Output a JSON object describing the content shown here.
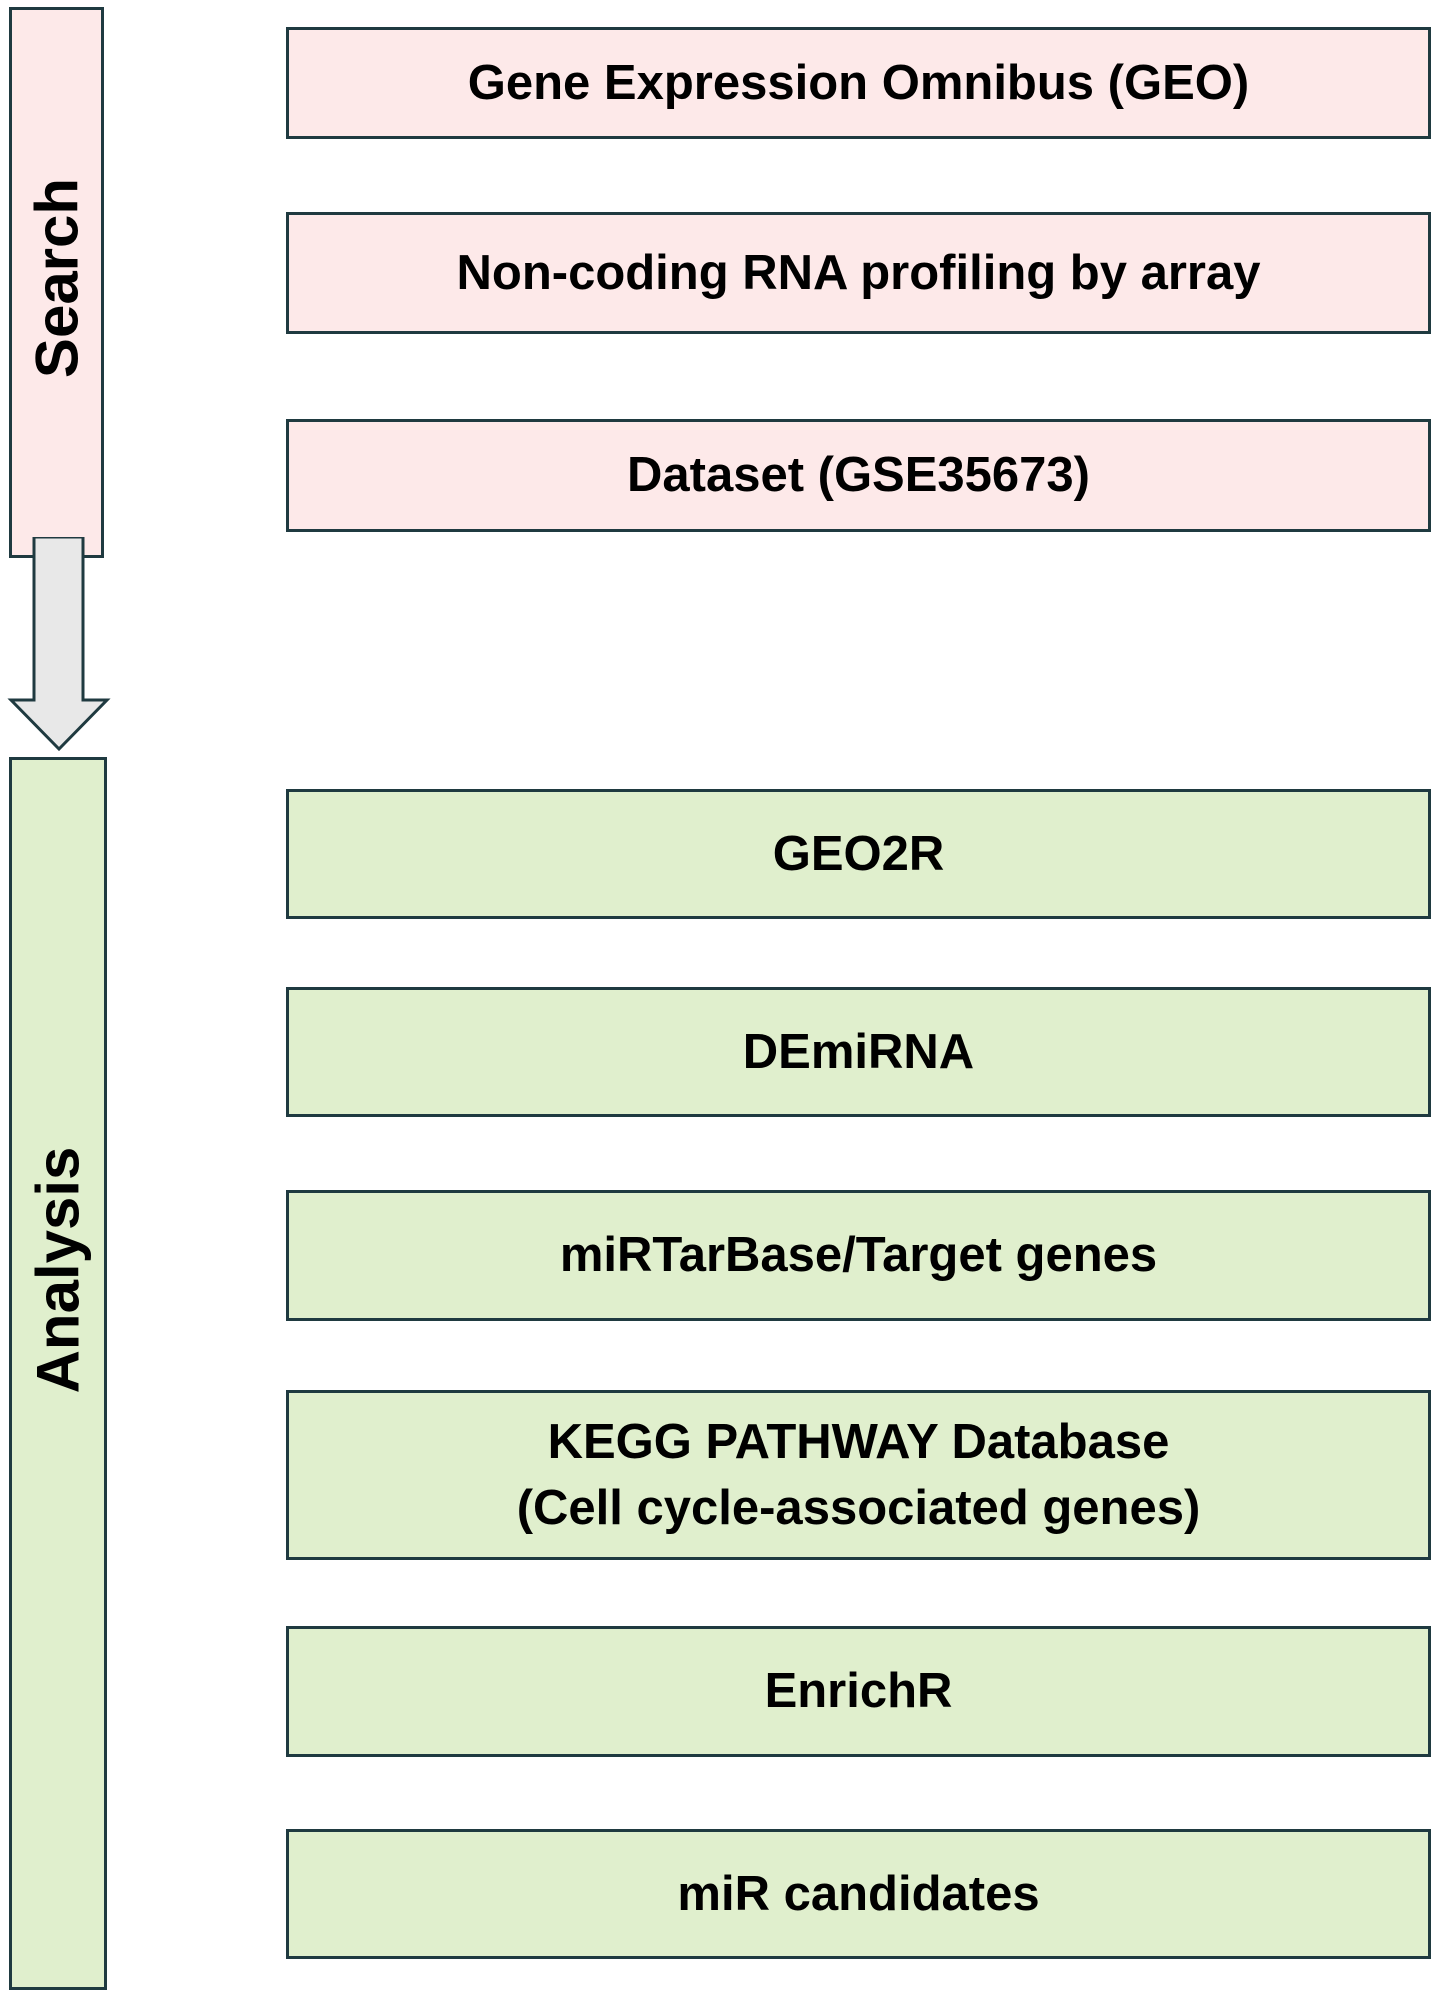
{
  "stages": {
    "search": "Search",
    "analysis": "Analysis"
  },
  "search_steps": [
    "Gene Expression Omnibus (GEO)",
    "Non-coding RNA profiling by array",
    "Dataset (GSE35673)"
  ],
  "analysis_steps": [
    "GEO2R",
    "DEmiRNA",
    "miRTarBase/Target genes",
    {
      "line1": "KEGG PATHWAY Database",
      "line2": "(Cell cycle-associated genes)"
    },
    "EnrichR",
    "miR candidates"
  ],
  "colors": {
    "search_fill": "#fde9e9",
    "analysis_fill": "#e0efcd",
    "border": "#1f3a40",
    "arrow_fill": "#e8e8e8"
  },
  "icons": {
    "flow_arrow": "down-arrow-icon"
  }
}
